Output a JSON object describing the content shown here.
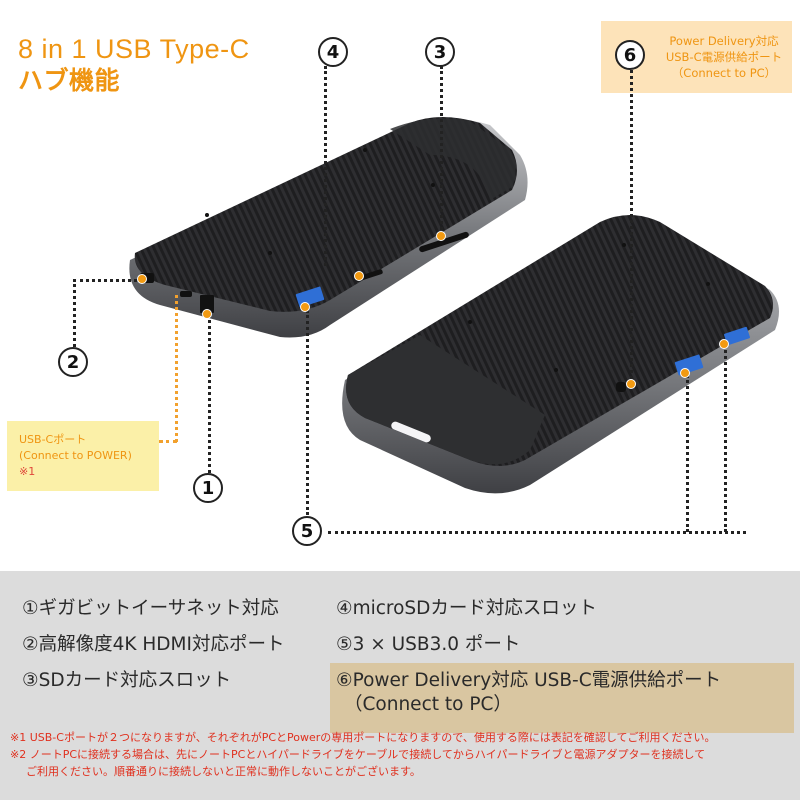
{
  "title": {
    "line1": "8 in 1 USB Type-C",
    "line2": "ハブ機能",
    "color": "#ef9512"
  },
  "callouts": {
    "power_delivery": {
      "line1": "Power Delivery対応",
      "line2": "USB-C電源供給ポート",
      "line3": "（Connect to PC）"
    },
    "power_port": {
      "line1": "USB-Cポート",
      "line2": "(Connect to POWER)",
      "line3": "※1"
    }
  },
  "markers": [
    "1",
    "2",
    "3",
    "4",
    "5",
    "6"
  ],
  "features": [
    {
      "label": "①ギガビットイーサネット対応"
    },
    {
      "label": "②高解像度4K HDMI対応ポート"
    },
    {
      "label": "③SDカード対応スロット"
    },
    {
      "label": "④microSDカード対応スロット"
    },
    {
      "label": "⑤3 × USB3.0 ポート"
    },
    {
      "label": "⑥Power Delivery対応 USB-C電源供給ポート",
      "label2": "（Connect to PC）",
      "highlighted": true
    }
  ],
  "notes": [
    "※1 USB-Cポートが２つになりますが、それぞれがPCとPowerの専用ポートになりますので、使用する際には表記を確認してご利用ください。",
    "※2 ノートPCに接続する場合は、先にノートPCとハイパードライブをケーブルで接続してからハイパードライブと電源アダプターを接続して",
    "ご利用ください。順番通りに接続しないと正常に動作しないことがございます。"
  ],
  "colors": {
    "accent_orange": "#ef9512",
    "note_red": "#e0301e",
    "panel_gray": "#dcdcdc",
    "highlight_tan": "#d9c6a1",
    "pd_box": "#fde3b9",
    "power_box": "#fbf0a8"
  }
}
